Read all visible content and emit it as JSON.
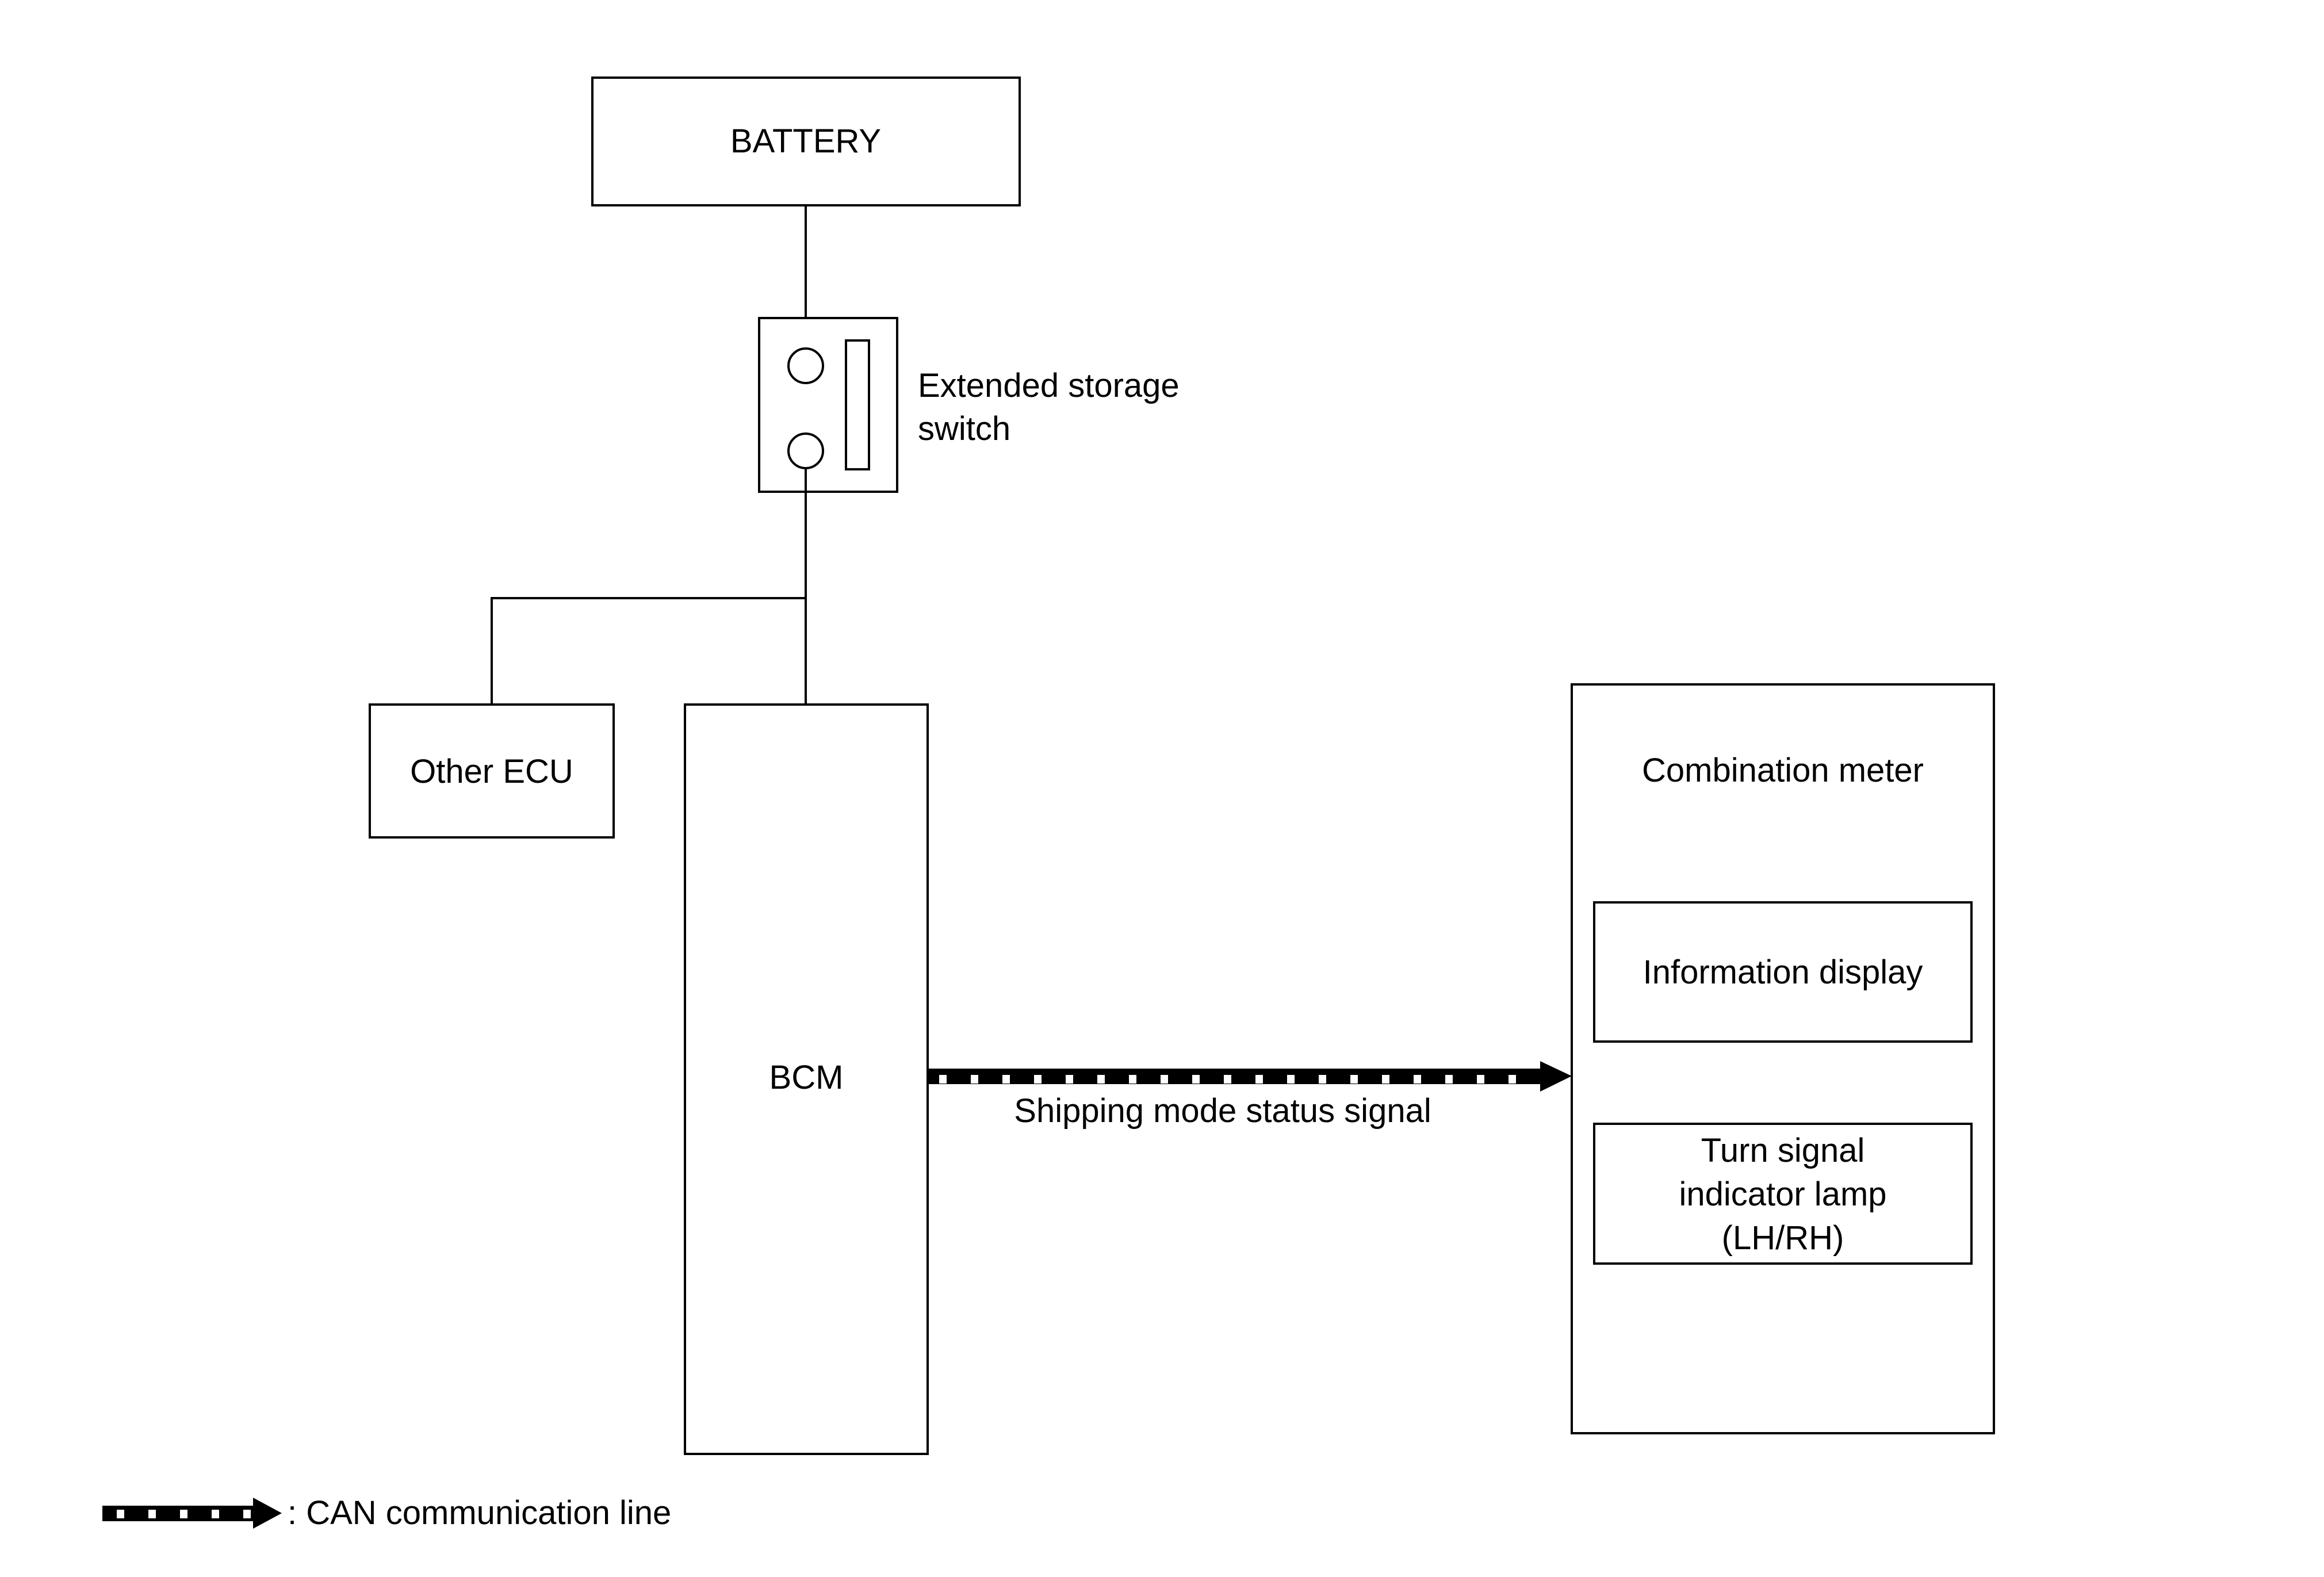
{
  "labels": {
    "battery": "BATTERY",
    "switch_line1": "Extended storage",
    "switch_line2": "switch",
    "other_ecu": "Other ECU",
    "bcm": "BCM",
    "combination_meter": "Combination meter",
    "information_display": "Information display",
    "turn_signal_line1": "Turn signal",
    "turn_signal_line2": "indicator lamp",
    "turn_signal_line3": "(LH/RH)",
    "signal": "Shipping mode status signal"
  },
  "legend": {
    "can_line": ": CAN communication line"
  },
  "colors": {
    "line": "#000000",
    "background": "#ffffff"
  }
}
